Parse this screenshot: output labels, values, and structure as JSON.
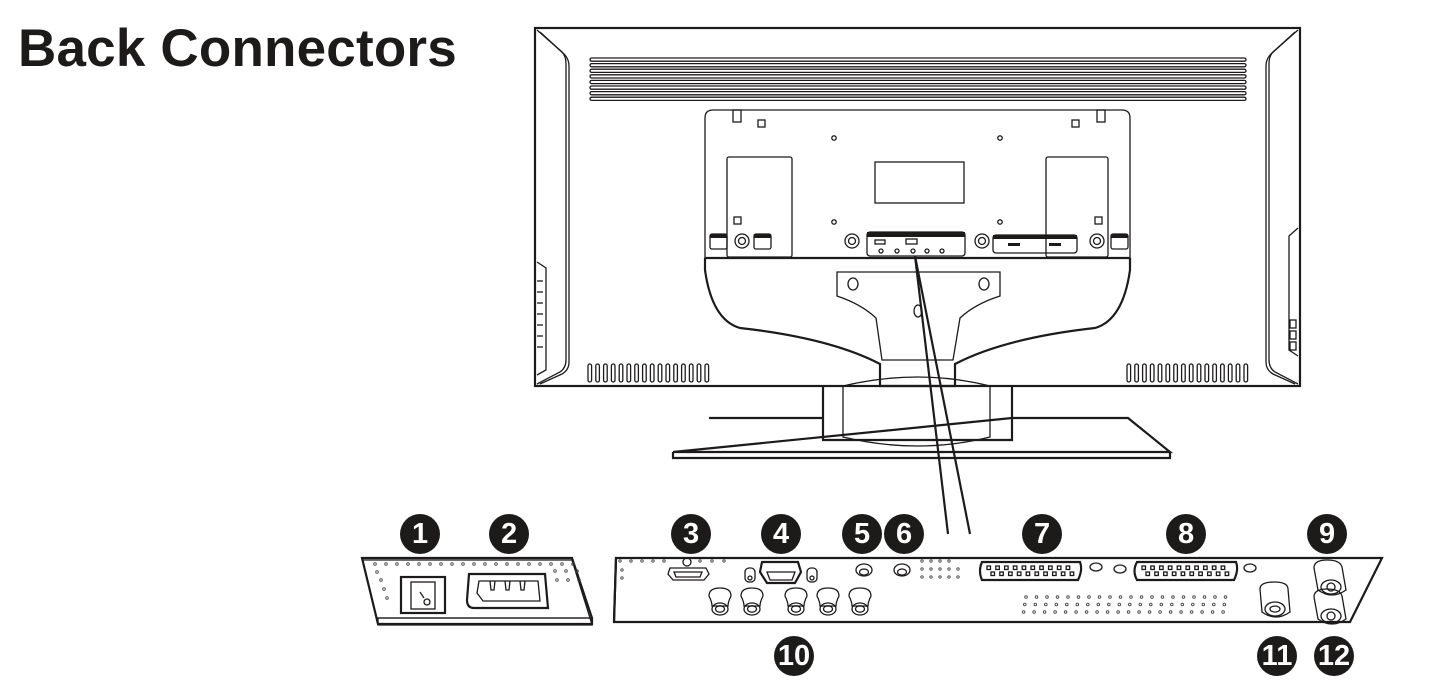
{
  "page": {
    "title": "Back Connectors"
  },
  "connector_callouts": [
    {
      "number": "1"
    },
    {
      "number": "2"
    },
    {
      "number": "3"
    },
    {
      "number": "4"
    },
    {
      "number": "5"
    },
    {
      "number": "6"
    },
    {
      "number": "7"
    },
    {
      "number": "8"
    },
    {
      "number": "9"
    },
    {
      "number": "10"
    },
    {
      "number": "11"
    },
    {
      "number": "12"
    }
  ],
  "colors": {
    "ink": "#1d1a1a",
    "background": "#ffffff",
    "badge_text": "#ffffff"
  }
}
